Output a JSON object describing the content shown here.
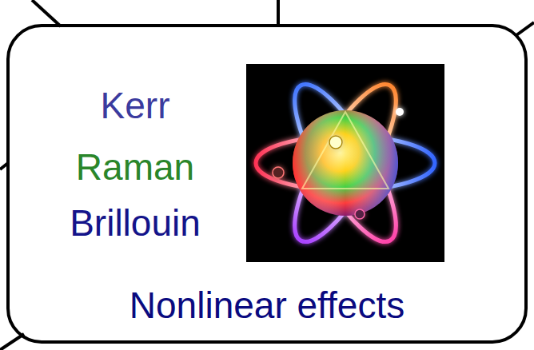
{
  "diagram": {
    "nodes": [
      {
        "text": [
          "Kerr",
          "Raman",
          "Brillouin",
          "Nonlinear effects"
        ]
      }
    ]
  }
}
